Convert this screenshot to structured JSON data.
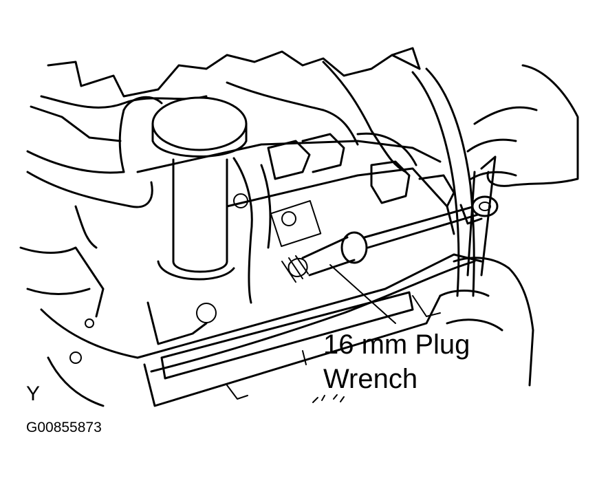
{
  "callout": {
    "line1": "16 mm Plug",
    "line2": "Wrench"
  },
  "corner_mark": "Y",
  "figure_id": "G00855873"
}
